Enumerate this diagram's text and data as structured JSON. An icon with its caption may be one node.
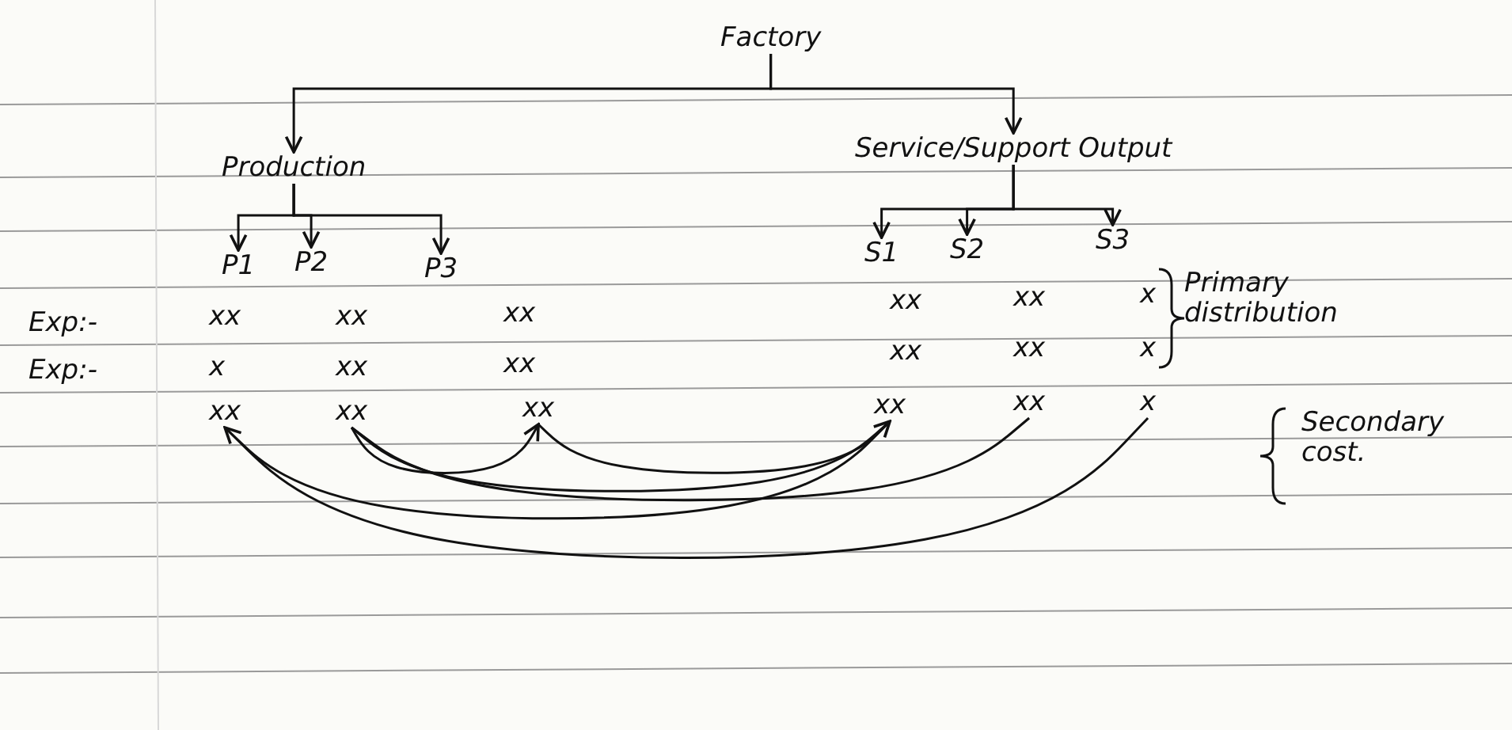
{
  "diagram": {
    "nodes": [
      {
        "text": [
          "Factory"
        ]
      },
      {
        "text": [
          "Production"
        ]
      },
      {
        "text": [
          "Service/Support Output"
        ]
      },
      {
        "text": [
          "P1"
        ]
      },
      {
        "text": [
          "P2"
        ]
      },
      {
        "text": [
          "P3"
        ]
      },
      {
        "text": [
          "S1"
        ]
      },
      {
        "text": [
          "S2"
        ]
      },
      {
        "text": [
          "S3"
        ]
      },
      {
        "text": [
          "xx"
        ]
      },
      {
        "text": [
          "xx"
        ]
      },
      {
        "text": [
          "xx"
        ]
      },
      {
        "text": [
          "xx"
        ]
      },
      {
        "text": [
          "xx"
        ]
      },
      {
        "text": [
          "x"
        ]
      }
    ],
    "edges": [
      {
        "from": 0,
        "to": 1,
        "arrow": "to"
      },
      {
        "from": 0,
        "to": 2,
        "arrow": "to"
      },
      {
        "from": 1,
        "to": 3,
        "arrow": "to"
      },
      {
        "from": 1,
        "to": 4,
        "arrow": "to"
      },
      {
        "from": 1,
        "to": 5,
        "arrow": "to"
      },
      {
        "from": 2,
        "to": 6,
        "arrow": "to"
      },
      {
        "from": 2,
        "to": 7,
        "arrow": "to"
      },
      {
        "from": 2,
        "to": 8,
        "arrow": "to"
      },
      {
        "from": 12,
        "to": 11,
        "arrow": "none"
      },
      {
        "from": 12,
        "to": 10,
        "arrow": "none"
      },
      {
        "from": 13,
        "to": 10,
        "arrow": "none"
      },
      {
        "from": 14,
        "to": 9,
        "arrow": "to"
      },
      {
        "from": 10,
        "to": 11,
        "arrow": "to"
      },
      {
        "from": 9,
        "to": 12,
        "arrow": "to"
      }
    ],
    "labels": [
      "Exp:-",
      "xx",
      "xx",
      "xx",
      "xx",
      "xx",
      "x",
      "Primary distribution",
      "Exp:-",
      "x",
      "xx",
      "xx",
      "xx",
      "xx",
      "x",
      "Secondary cost."
    ]
  }
}
